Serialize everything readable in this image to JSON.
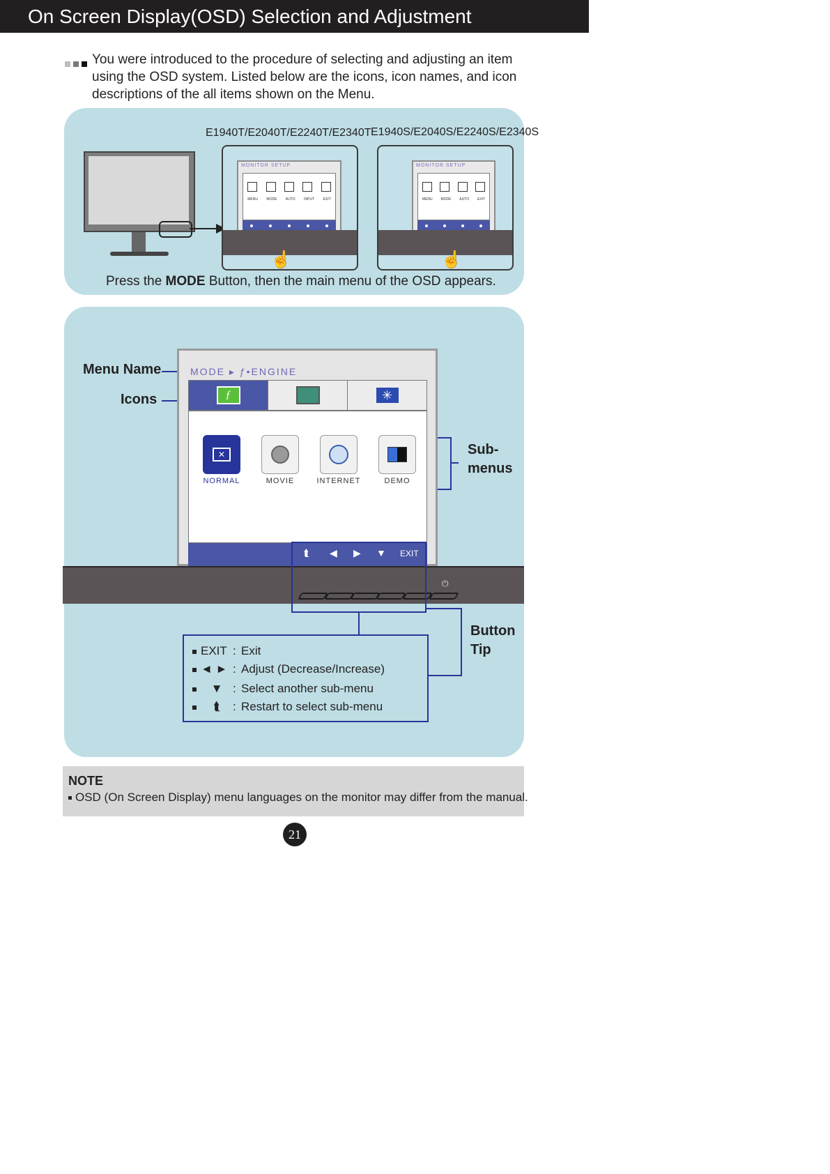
{
  "header": {
    "title": "On Screen Display(OSD) Selection and Adjustment"
  },
  "intro": {
    "text": "You were introduced to the procedure of selecting and adjusting an item using the OSD system. Listed below are the icons, icon names, and icon descriptions of the all items shown on the Menu."
  },
  "panel1": {
    "model_t": "E1940T/E2040T/E2240T/E2340T",
    "model_s": "E1940S/E2040S/E2240S/E2340S",
    "mini_osd_title": "MONITOR SETUP",
    "mini_labels_t": [
      "MENU",
      "MODE",
      "AUTO",
      "INPUT",
      "EXIT"
    ],
    "mini_labels_s": [
      "MENU",
      "MODE",
      "AUTO",
      "EXIT"
    ],
    "press_pre": "Press the ",
    "press_bold": "MODE",
    "press_post": " Button, then the main menu of the OSD appears."
  },
  "panel2": {
    "menu_name_label": "Menu Name",
    "icons_label": "Icons",
    "submenus_label_1": "Sub-",
    "submenus_label_2": "menus",
    "button_tip_label_1": "Button",
    "button_tip_label_2": "Tip",
    "osd_menu_name": "MODE ▸ ƒ•ENGINE",
    "submenus": [
      {
        "label": "NORMAL",
        "icon": "normal-icon"
      },
      {
        "label": "MOVIE",
        "icon": "movie-icon"
      },
      {
        "label": "INTERNET",
        "icon": "internet-icon"
      },
      {
        "label": "DEMO",
        "icon": "demo-icon"
      }
    ],
    "footer_exit": "EXIT",
    "tips": [
      {
        "symbol": "EXIT",
        "desc": "Exit"
      },
      {
        "symbol": "◄ ►",
        "desc": "Adjust (Decrease/Increase)"
      },
      {
        "symbol": "▼",
        "desc": "Select another sub-menu"
      },
      {
        "symbol": "⮬",
        "desc": "Restart to select sub-menu"
      }
    ]
  },
  "note": {
    "title": "NOTE",
    "text": "OSD (On Screen Display) menu languages on the monitor may differ from the manual."
  },
  "page_number": "21",
  "colors": {
    "panel": "#bfdde5",
    "accent": "#27349a",
    "osd_blue": "#4a56a6"
  }
}
